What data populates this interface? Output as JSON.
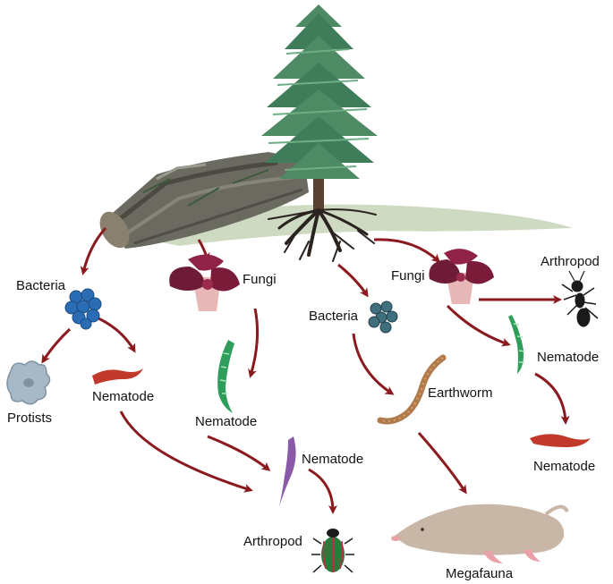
{
  "labels": {
    "bacteria_left": "Bacteria",
    "fungi_left": "Fungi",
    "fungi_right": "Fungi",
    "bacteria_mid": "Bacteria",
    "arthropod_top": "Arthropod",
    "protists": "Protists",
    "nematode_left": "Nematode",
    "nematode_mid": "Nematode",
    "nematode_right_upper": "Nematode",
    "earthworm": "Earthworm",
    "nematode_center": "Nematode",
    "nematode_right_lower": "Nematode",
    "arthropod_bottom": "Arthropod",
    "megafauna": "Megafauna"
  },
  "colors": {
    "arrow": "#8b1a1f",
    "bacteria_blue": "#2a6db5",
    "bacteria_teal": "#3f6f7c",
    "fungi": "#7a1b3a",
    "nematode_green": "#2e9e5a",
    "nematode_red": "#c0392b",
    "nematode_purple": "#8a5aa8",
    "earthworm": "#b07a4a",
    "protist": "#9fb3c2",
    "mole": "#c8b6a6",
    "tree": "#3f7d5a",
    "log": "#5b5b52"
  },
  "icons": [
    "tree-icon",
    "log-icon",
    "roots-icon",
    "bacteria-cluster-icon",
    "mushroom-icon",
    "nematode-icon",
    "earthworm-icon",
    "ant-icon",
    "beetle-icon",
    "protist-icon",
    "mole-icon"
  ]
}
